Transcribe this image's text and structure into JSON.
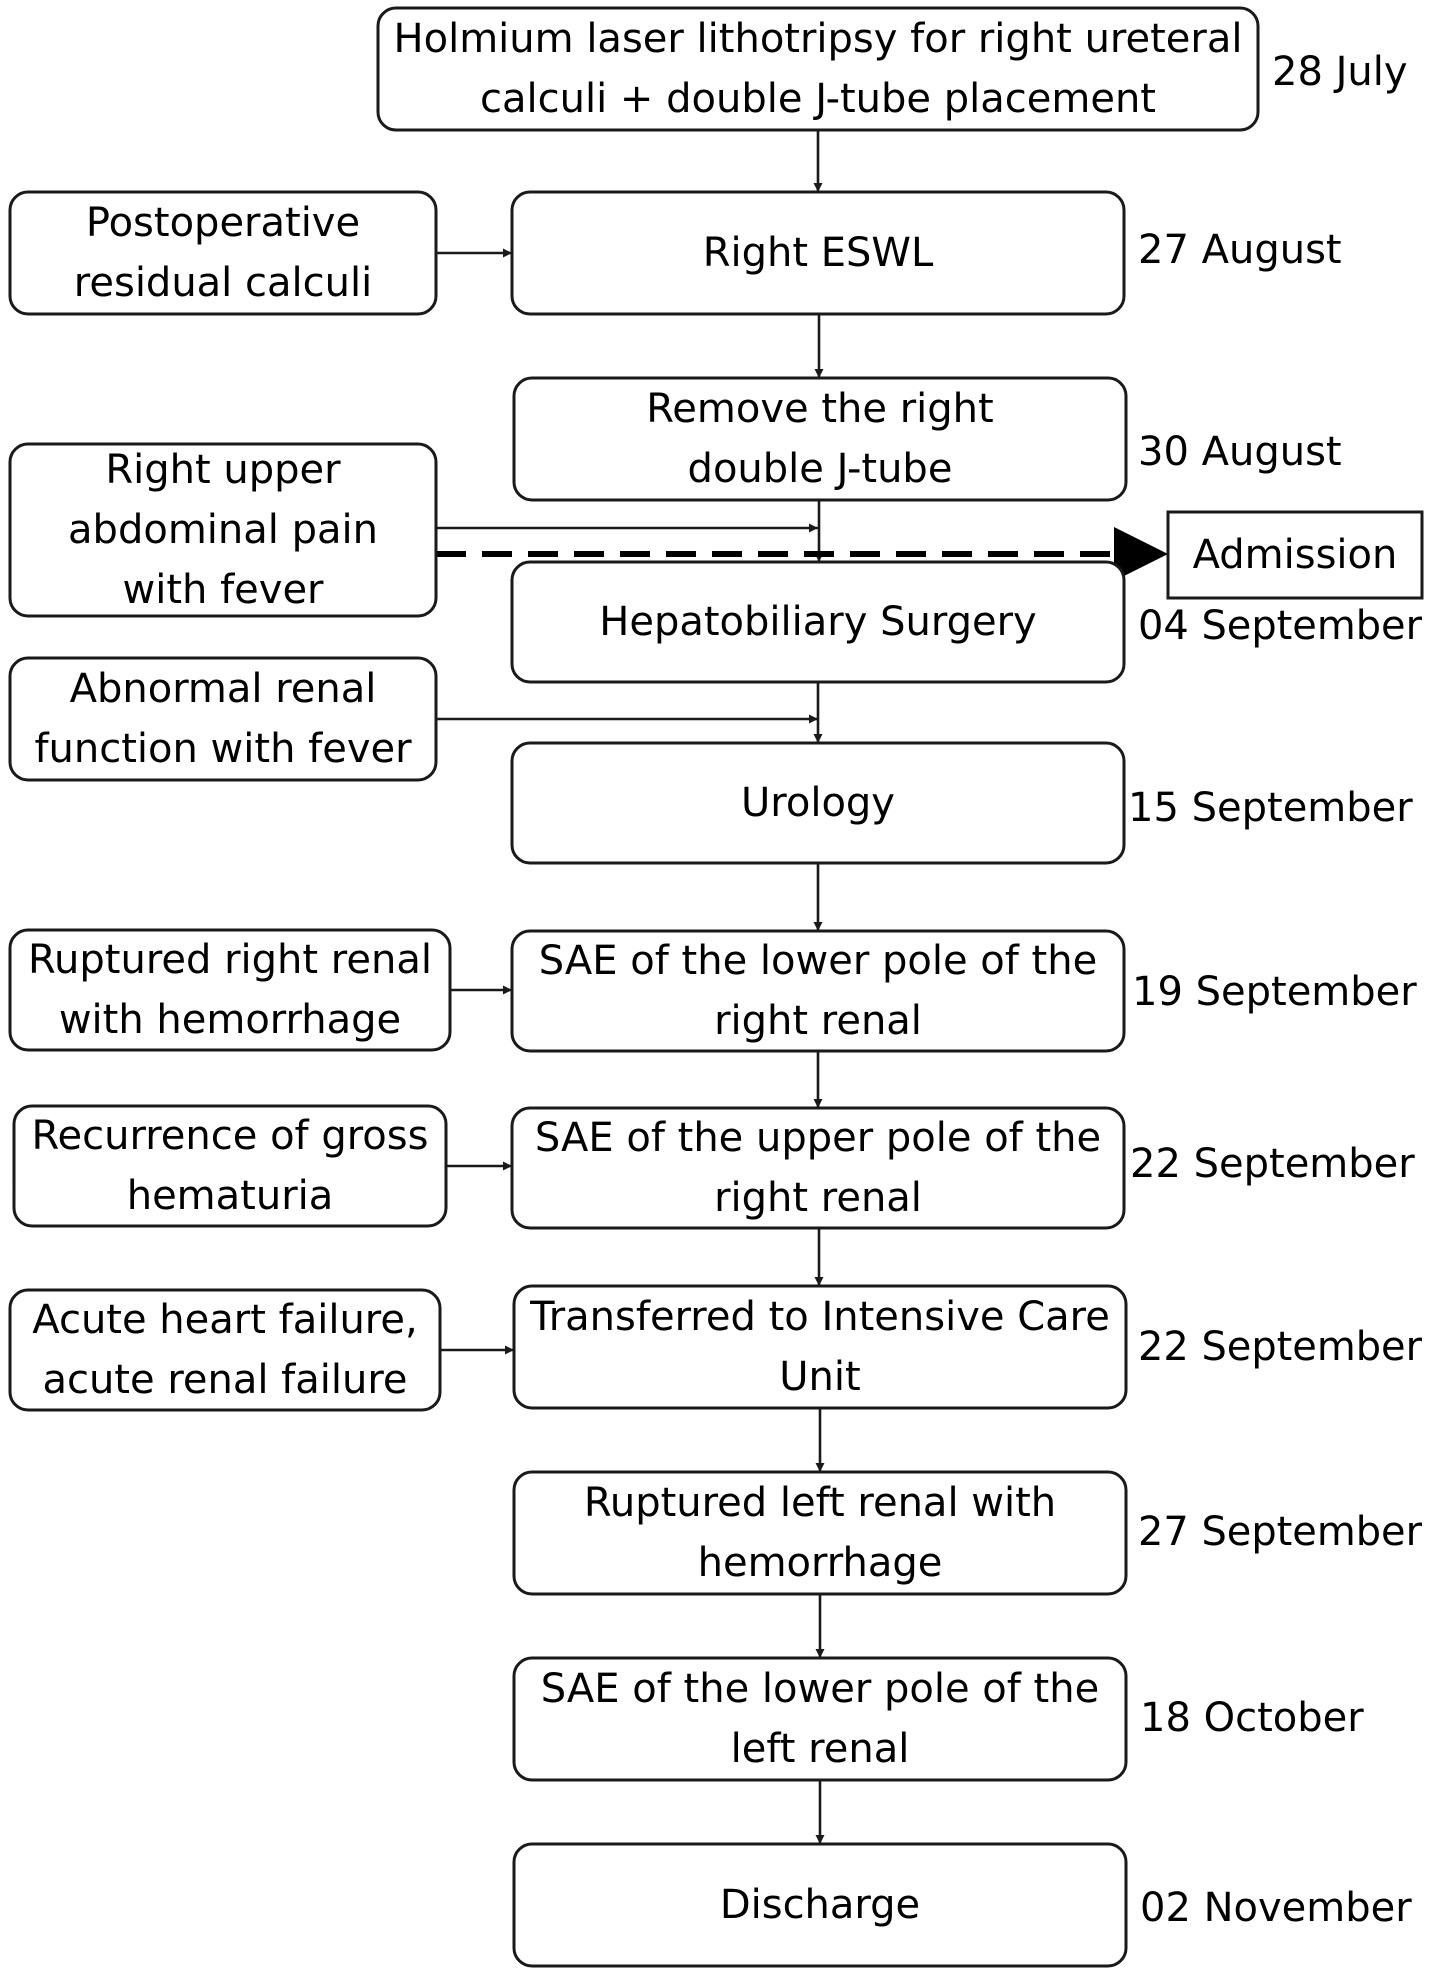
{
  "colors": {
    "stroke": "#1a1a1a",
    "text": "#000000",
    "background": "#ffffff"
  },
  "main_steps": [
    {
      "lines": [
        "Holmium laser lithotripsy for right ureteral",
        "calculi + double J-tube placement"
      ],
      "date": "28 July"
    },
    {
      "lines": [
        "Right ESWL"
      ],
      "date": "27 August"
    },
    {
      "lines": [
        "Remove the right",
        "double J-tube"
      ],
      "date": "30 August"
    },
    {
      "lines": [
        "Hepatobiliary Surgery"
      ],
      "date": "04 September"
    },
    {
      "lines": [
        "Urology"
      ],
      "date": "15 September"
    },
    {
      "lines": [
        "SAE of the lower pole of the",
        "right renal"
      ],
      "date": "19 September"
    },
    {
      "lines": [
        "SAE of the upper pole of the",
        "right renal"
      ],
      "date": "22 September"
    },
    {
      "lines": [
        "Transferred to Intensive Care",
        "Unit"
      ],
      "date": "22 September"
    },
    {
      "lines": [
        "Ruptured left renal with",
        "hemorrhage"
      ],
      "date": "27 September"
    },
    {
      "lines": [
        "SAE of the lower pole of the",
        "left renal"
      ],
      "date": "18 October"
    },
    {
      "lines": [
        "Discharge"
      ],
      "date": "02 November"
    }
  ],
  "side_events": [
    {
      "lines": [
        "Postoperative",
        "residual calculi"
      ]
    },
    {
      "lines": [
        "Right upper",
        "abdominal pain",
        "with fever"
      ]
    },
    {
      "lines": [
        "Abnormal renal",
        "function with fever"
      ]
    },
    {
      "lines": [
        "Ruptured right renal",
        "with hemorrhage"
      ]
    },
    {
      "lines": [
        "Recurrence of gross",
        "hematuria"
      ]
    },
    {
      "lines": [
        "Acute heart failure,",
        "acute renal failure"
      ]
    }
  ],
  "admission": {
    "label": "Admission"
  }
}
